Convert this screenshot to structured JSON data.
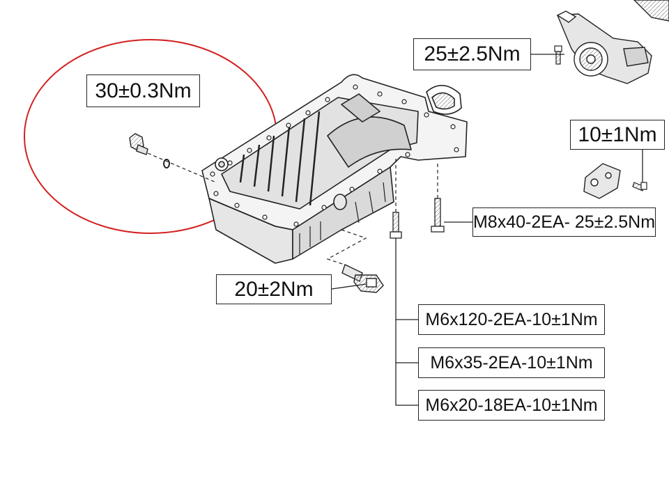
{
  "labels": {
    "drain_plug_torque": "30±0.3Nm",
    "pump_bolt_torque": "25±2.5Nm",
    "bracket_bolt_torque": "10±1Nm",
    "long_bolt_spec": "M8x40-2EA- 25±2.5Nm",
    "sensor_torque": "20±2Nm",
    "bolt_m6x120": "M6x120-2EA-10±1Nm",
    "bolt_m6x35": "M6x35-2EA-10±1Nm",
    "bolt_m6x20": "M6x20-18EA-10±1Nm"
  },
  "colors": {
    "line": "#222222",
    "highlight_circle": "#d42020",
    "part_fill": "#f2f2f2",
    "part_shade": "#d6d6d6"
  }
}
